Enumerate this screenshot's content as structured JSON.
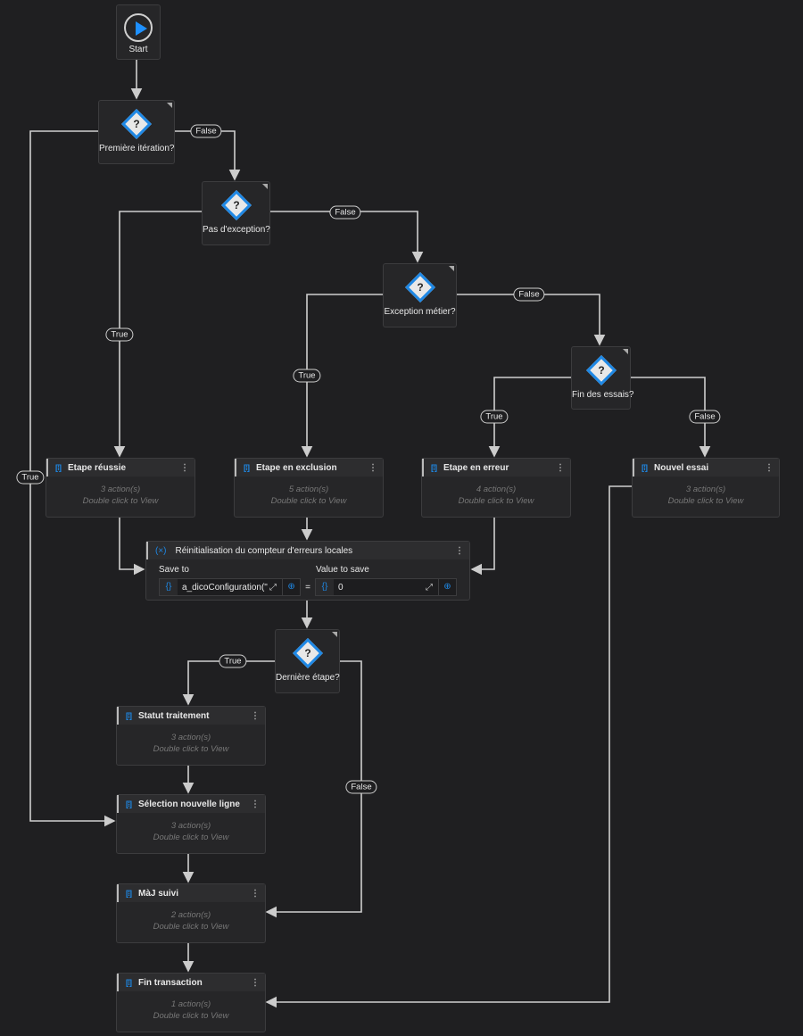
{
  "start": {
    "label": "Start"
  },
  "decisions": [
    {
      "label": "Première itération?"
    },
    {
      "label": "Pas d'exception?"
    },
    {
      "label": "Exception métier?"
    },
    {
      "label": "Fin des essais?"
    },
    {
      "label": "Dernière étape?"
    }
  ],
  "sequences": [
    {
      "title": "Etape réussie",
      "count": "3 action(s)",
      "hint": "Double click to View"
    },
    {
      "title": "Etape en exclusion",
      "count": "5 action(s)",
      "hint": "Double click to View"
    },
    {
      "title": "Etape en erreur",
      "count": "4 action(s)",
      "hint": "Double click to View"
    },
    {
      "title": "Nouvel essai",
      "count": "3 action(s)",
      "hint": "Double click to View"
    },
    {
      "title": "Statut traitement",
      "count": "3 action(s)",
      "hint": "Double click to View"
    },
    {
      "title": "Sélection nouvelle ligne",
      "count": "3 action(s)",
      "hint": "Double click to View"
    },
    {
      "title": "MàJ suivi",
      "count": "2 action(s)",
      "hint": "Double click to View"
    },
    {
      "title": "Fin transaction",
      "count": "1 action(s)",
      "hint": "Double click to View"
    }
  ],
  "assign": {
    "title": "Réinitialisation du compteur d'erreurs locales",
    "save_to_label": "Save to",
    "value_label": "Value to save",
    "save_to": "a_dicoConfiguration(\"",
    "value": "0",
    "equals": "="
  },
  "edge_labels": {
    "true": "True",
    "false": "False"
  },
  "colors": {
    "accent": "#1e88e5",
    "background": "#1f1f21"
  }
}
